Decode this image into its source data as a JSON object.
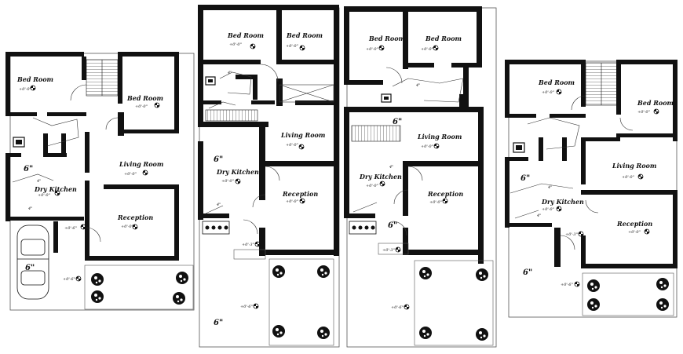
{
  "colors": {
    "wall": "#111111",
    "line": "#333333",
    "paper": "#ffffff",
    "tree": "#111111"
  },
  "levels": {
    "floor_level": "+0'-0\"",
    "parking_level": "+0'-6\"",
    "plinth": "+0'-3\""
  },
  "plan_a": {
    "bed_room_left": "Bed Room",
    "bed_room_right": "Bed Room",
    "living_room": "Living Room",
    "dry_kitchen": "Dry Kitchen",
    "reception": "Reception",
    "dim_6": "6\"",
    "dim_4a": "4\"",
    "dim_4b": "4\"",
    "car_dim": "6\""
  },
  "plan_b": {
    "bed_room_left": "Bed Room",
    "bed_room_right": "Bed Room",
    "living_room": "Living Room",
    "dry_kitchen": "Dry Kitchen",
    "reception": "Reception",
    "dim_6a": "6\"",
    "dim_6b": "6\"",
    "dim_4a": "4\"",
    "dim_4b": "4\""
  },
  "plan_c": {
    "bed_room_left": "Bed Room",
    "bed_room_right": "Bed Room",
    "living_room": "Living Room",
    "dry_kitchen": "Dry Kitchen",
    "reception": "Reception",
    "dim_6a": "6\"",
    "dim_6b": "6\"",
    "dim_4a": "4\"",
    "dim_4b": "4\""
  },
  "plan_d": {
    "bed_room_left": "Bed Room",
    "bed_room_right": "Bed Room",
    "living_room": "Living Room",
    "dry_kitchen": "Dry Kitchen",
    "reception": "Reception",
    "dim_6a": "6\"",
    "dim_6b": "6\"",
    "dim_4a": "4\"",
    "dim_4b": "4\""
  }
}
